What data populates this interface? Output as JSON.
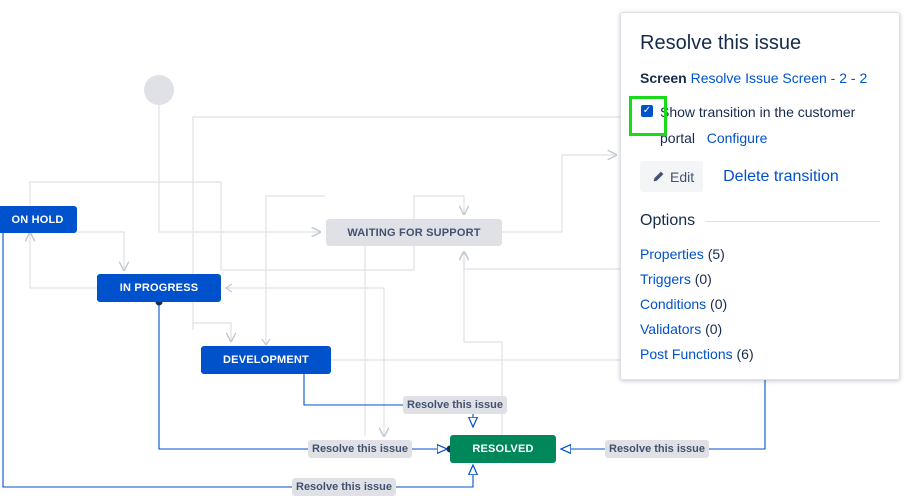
{
  "diagram": {
    "nodes": {
      "on_hold": "ON HOLD",
      "in_progress": "IN PROGRESS",
      "waiting_for_support": "WAITING FOR SUPPORT",
      "development": "DEVELOPMENT",
      "resolved": "RESOLVED"
    },
    "transition_labels": [
      "Resolve this issue",
      "Resolve this issue",
      "Resolve this issue",
      "Resolve this issue"
    ],
    "colors": {
      "status_blue": "#0052cc",
      "status_grey": "#dfe1e6",
      "status_green": "#00875a",
      "line_grey": "#dfe1e6",
      "line_blue": "#0052cc"
    }
  },
  "panel": {
    "title": "Resolve this issue",
    "screen_label": "Screen",
    "screen_link": "Resolve Issue Screen - 2 - 2",
    "checkbox_checked": true,
    "checkbox_text": "Show transition in the customer portal",
    "configure_link": "Configure",
    "edit_button": "Edit",
    "delete_link": "Delete transition",
    "options_title": "Options",
    "options": [
      {
        "label": "Properties",
        "count": "(5)"
      },
      {
        "label": "Triggers",
        "count": "(0)"
      },
      {
        "label": "Conditions",
        "count": "(0)"
      },
      {
        "label": "Validators",
        "count": "(0)"
      },
      {
        "label": "Post Functions",
        "count": "(6)"
      }
    ]
  }
}
